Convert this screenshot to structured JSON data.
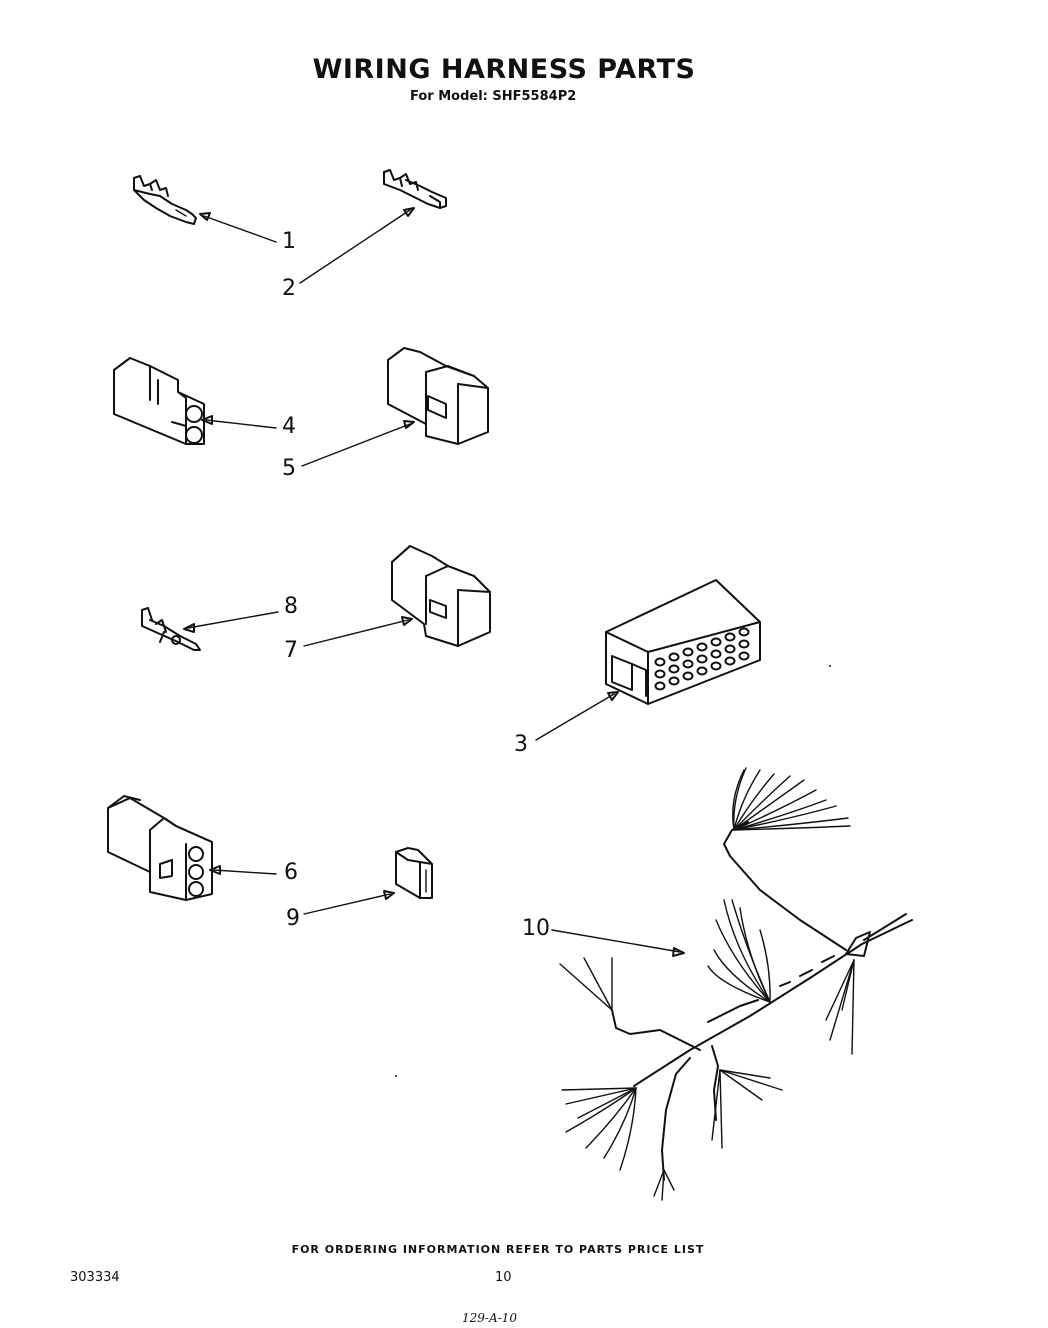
{
  "title": "WIRING HARNESS PARTS",
  "subtitle": "For Model: SHF5584P2",
  "callouts": {
    "c1": "1",
    "c2": "2",
    "c3": "3",
    "c4": "4",
    "c5": "5",
    "c6": "6",
    "c7": "7",
    "c8": "8",
    "c9": "9",
    "c10": "10"
  },
  "footer_note": "FOR ORDERING INFORMATION REFER TO PARTS PRICE LIST",
  "part_number": "303334",
  "page_number": "10",
  "handwritten_code": "129-A-10"
}
